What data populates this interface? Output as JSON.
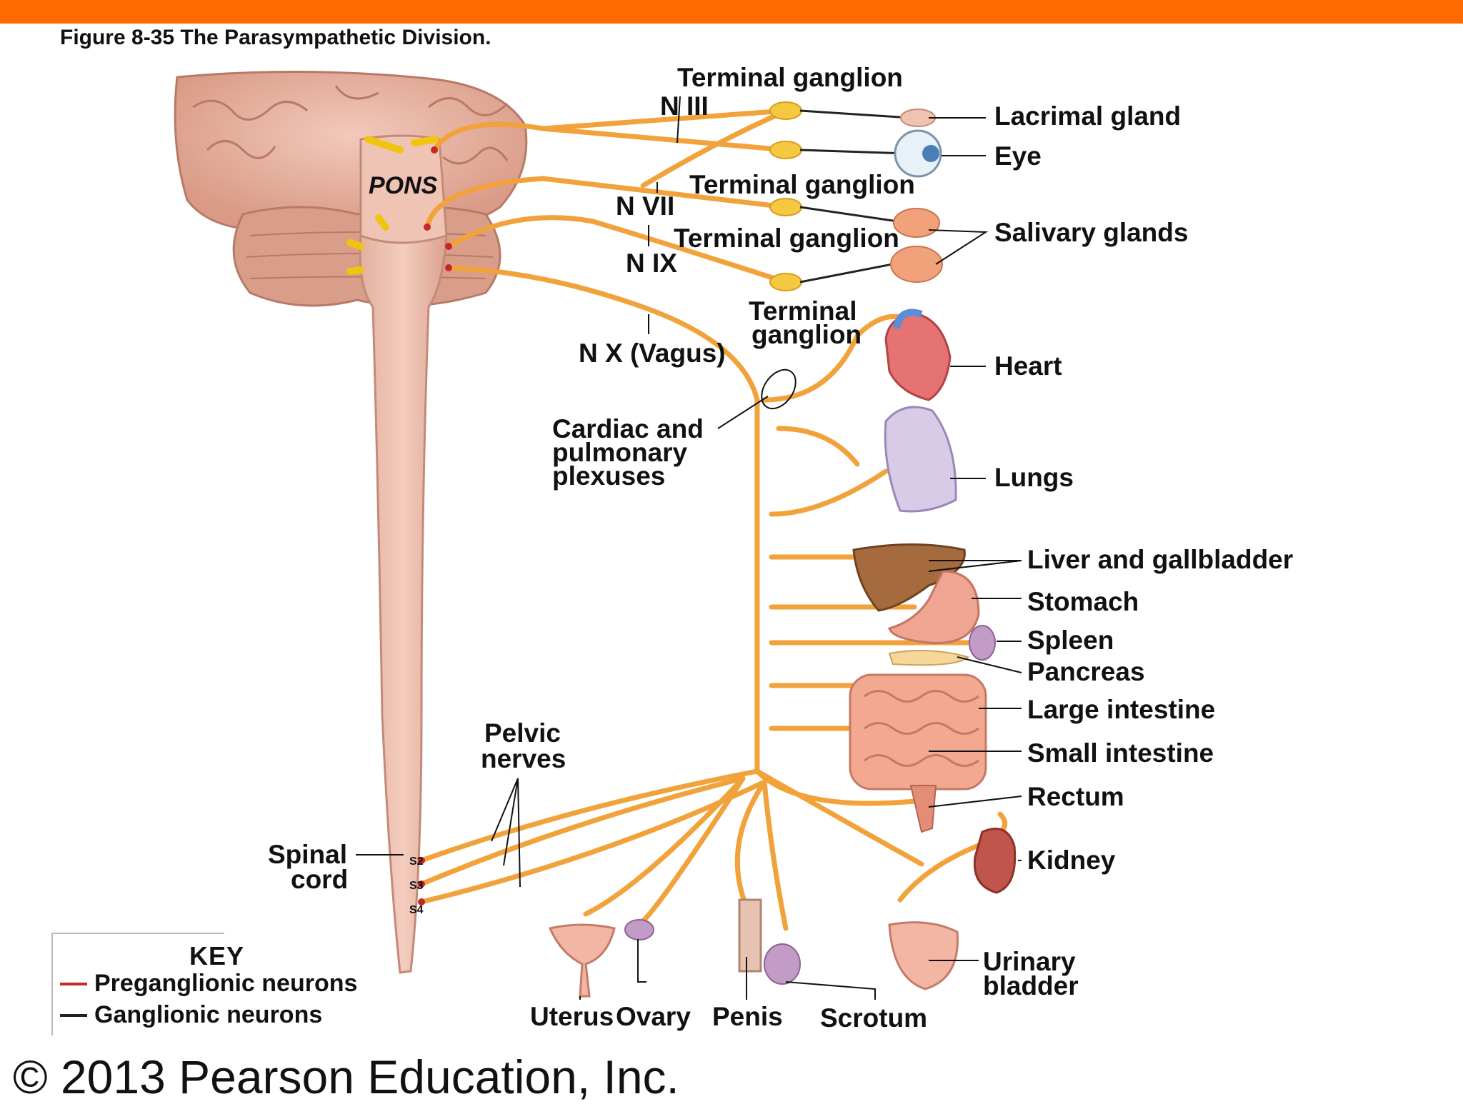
{
  "figure_title": "Figure 8-35  The Parasympathetic Division.",
  "brain": {
    "pons_label": "PONS"
  },
  "nerves": {
    "n3": "N III",
    "n7": "N VII",
    "n9": "N IX",
    "n10": "N X (Vagus)",
    "terminal_ganglion_1": "Terminal ganglion",
    "terminal_ganglion_2": "Terminal ganglion",
    "terminal_ganglion_3": "Terminal ganglion",
    "terminal_ganglion_4_line1": "Terminal",
    "terminal_ganglion_4_line2": "ganglion",
    "plexus_line1": "Cardiac and",
    "plexus_line2": "pulmonary",
    "plexus_line3": "plexuses",
    "pelvic_line1": "Pelvic",
    "pelvic_line2": "nerves",
    "spinal_line1": "Spinal",
    "spinal_line2": "cord",
    "s2": "S2",
    "s3": "S3",
    "s4": "S4"
  },
  "organs": {
    "lacrimal": "Lacrimal gland",
    "eye": "Eye",
    "salivary": "Salivary glands",
    "heart": "Heart",
    "lungs": "Lungs",
    "liver": "Liver and gallbladder",
    "stomach": "Stomach",
    "spleen": "Spleen",
    "pancreas": "Pancreas",
    "large_intestine": "Large intestine",
    "small_intestine": "Small intestine",
    "rectum": "Rectum",
    "kidney": "Kidney",
    "bladder_line1": "Urinary",
    "bladder_line2": "bladder",
    "uterus": "Uterus",
    "ovary": "Ovary",
    "penis": "Penis",
    "scrotum": "Scrotum"
  },
  "key": {
    "title": "KEY",
    "preganglionic": "Preganglionic neurons",
    "ganglionic": "Ganglionic neurons",
    "preganglionic_color": "#c62828",
    "ganglionic_color": "#222222"
  },
  "copyright": "© 2013 Pearson Education, Inc."
}
